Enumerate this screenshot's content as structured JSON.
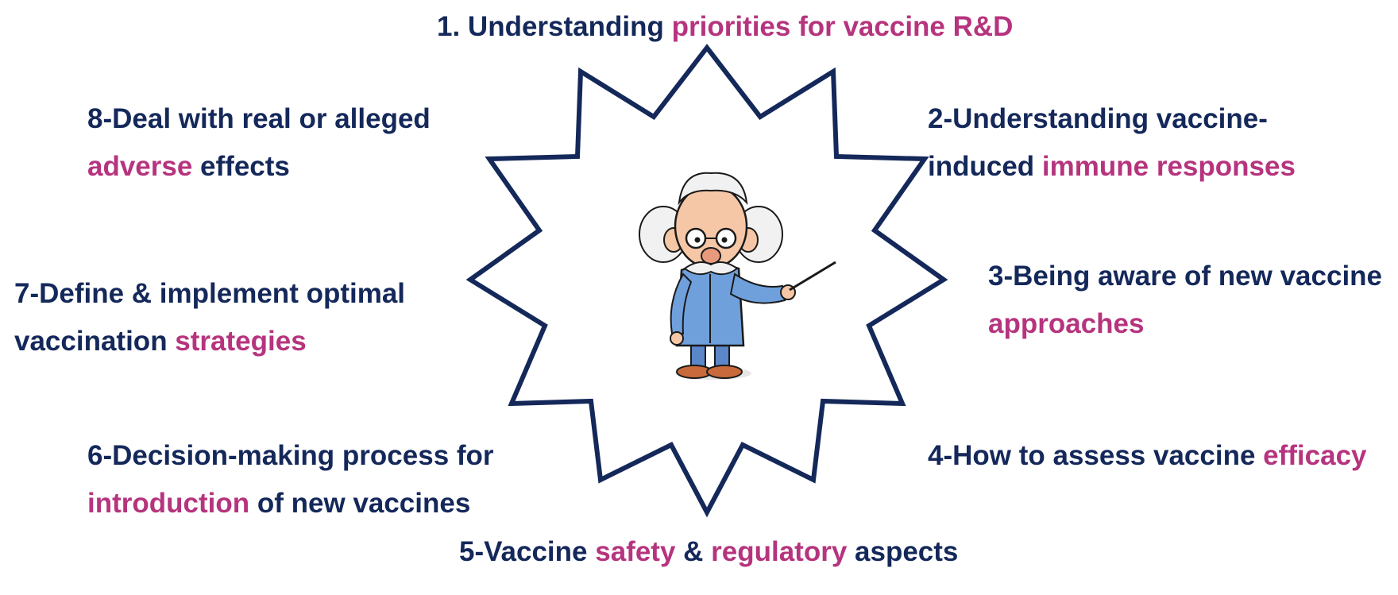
{
  "colors": {
    "primary_text": "#14285a",
    "highlight_text": "#b6347e",
    "star_outline": "#14285a"
  },
  "center_figure": {
    "icon": "professor-with-pointer"
  },
  "items": [
    {
      "id": "item-1",
      "lines": [
        [
          {
            "t": "1. Understanding ",
            "h": false
          },
          {
            "t": "priorities for vaccine R&D",
            "h": true
          }
        ]
      ]
    },
    {
      "id": "item-2",
      "lines": [
        [
          {
            "t": "2-Understanding vaccine-",
            "h": false
          }
        ],
        [
          {
            "t": "induced ",
            "h": false
          },
          {
            "t": "immune responses",
            "h": true
          }
        ]
      ]
    },
    {
      "id": "item-3",
      "lines": [
        [
          {
            "t": "3-Being aware of new vaccine",
            "h": false
          }
        ],
        [
          {
            "t": "approaches",
            "h": true
          }
        ]
      ]
    },
    {
      "id": "item-4",
      "lines": [
        [
          {
            "t": "4-How to assess vaccine ",
            "h": false
          },
          {
            "t": "efficacy",
            "h": true
          }
        ]
      ]
    },
    {
      "id": "item-5",
      "lines": [
        [
          {
            "t": "5-Vaccine ",
            "h": false
          },
          {
            "t": "safety",
            "h": true
          },
          {
            "t": " & ",
            "h": false
          },
          {
            "t": "regulatory",
            "h": true
          },
          {
            "t": " aspects",
            "h": false
          }
        ]
      ]
    },
    {
      "id": "item-6",
      "lines": [
        [
          {
            "t": "6-Decision-making process for",
            "h": false
          }
        ],
        [
          {
            "t": "introduction",
            "h": true
          },
          {
            "t": " of new vaccines",
            "h": false
          }
        ]
      ]
    },
    {
      "id": "item-7",
      "lines": [
        [
          {
            "t": "7-Define & implement optimal",
            "h": false
          }
        ],
        [
          {
            "t": "vaccination ",
            "h": false
          },
          {
            "t": "strategies",
            "h": true
          }
        ]
      ]
    },
    {
      "id": "item-8",
      "lines": [
        [
          {
            "t": "8-Deal with real or alleged",
            "h": false
          }
        ],
        [
          {
            "t": "adverse",
            "h": true
          },
          {
            "t": " effects",
            "h": false
          }
        ]
      ]
    }
  ]
}
